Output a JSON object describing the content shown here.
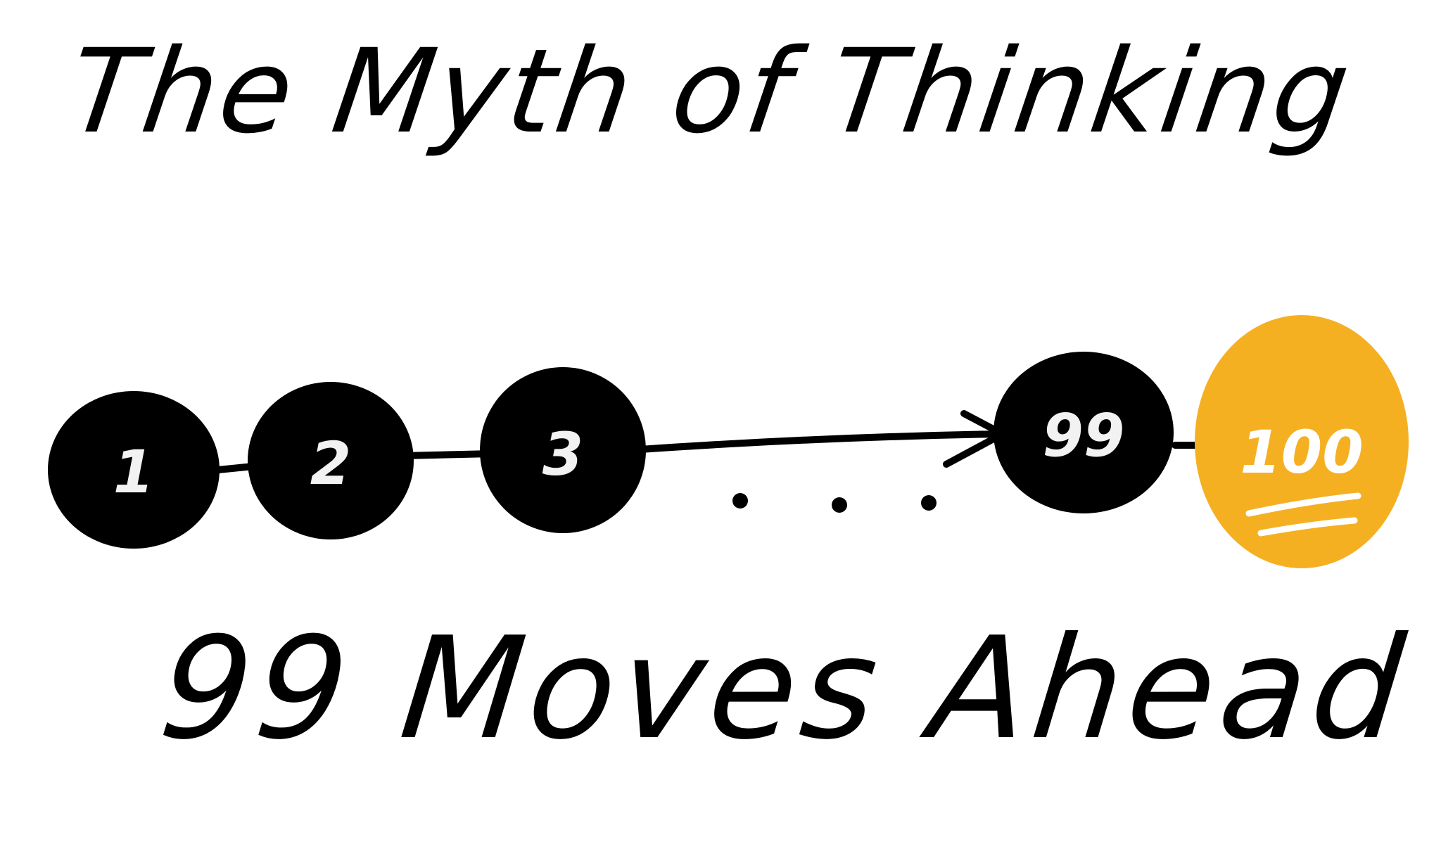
{
  "title": "The Myth of Thinking",
  "subtitle": "99 Moves Ahead",
  "diagram": {
    "nodes": [
      {
        "label": "1",
        "color": "#000000",
        "text_color": "#f2f2f2"
      },
      {
        "label": "2",
        "color": "#000000",
        "text_color": "#f2f2f2"
      },
      {
        "label": "3",
        "color": "#000000",
        "text_color": "#f2f2f2"
      },
      {
        "label": "99",
        "color": "#000000",
        "text_color": "#f2f2f2"
      },
      {
        "label": "100",
        "color": "#f5b022",
        "text_color": "#ffffff"
      }
    ],
    "ellipsis_icon": "dots-ellipsis",
    "arrow_icon": "arrow-right"
  },
  "colors": {
    "ink": "#000000",
    "accent": "#f5b022"
  }
}
